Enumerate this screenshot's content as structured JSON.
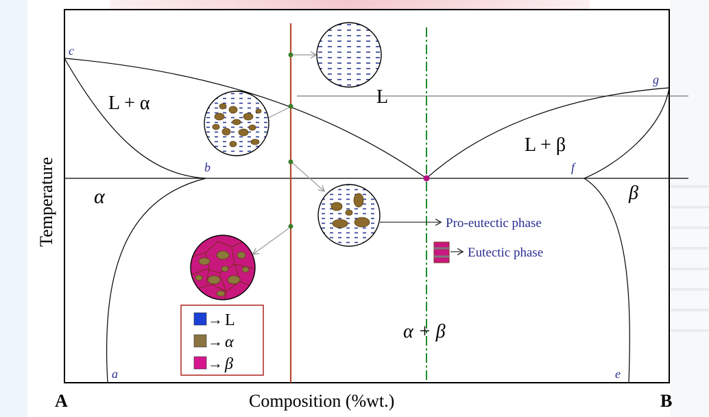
{
  "axes": {
    "y_label": "Temperature",
    "x_label": "Composition (%wt.)",
    "left_component": "A",
    "right_component": "B"
  },
  "points": {
    "a": "a",
    "b": "b",
    "c": "c",
    "e": "e",
    "f": "f",
    "g": "g"
  },
  "regions": {
    "liquid": "L",
    "l_alpha": "L + α",
    "l_beta": "L + β",
    "alpha": "α",
    "beta": "β",
    "alpha_beta": "α + β"
  },
  "annotations": {
    "pro_eutectic": "Pro-eutectic phase",
    "eutectic": "Eutectic phase"
  },
  "legend": [
    {
      "color": "#1c3fd6",
      "label": "L"
    },
    {
      "color": "#8b7342",
      "label": "α"
    },
    {
      "color": "#d6168e",
      "label": "β"
    }
  ],
  "colors": {
    "frame": "#000000",
    "hypoeutectic_line": "#b54a2e",
    "eutectic_line": "#1d8a2a",
    "eutectic_point": "#b01080",
    "label_blue": "#2a2f8f",
    "alpha_grain": "#8b6a2c",
    "beta_matrix": "#c8187e"
  }
}
